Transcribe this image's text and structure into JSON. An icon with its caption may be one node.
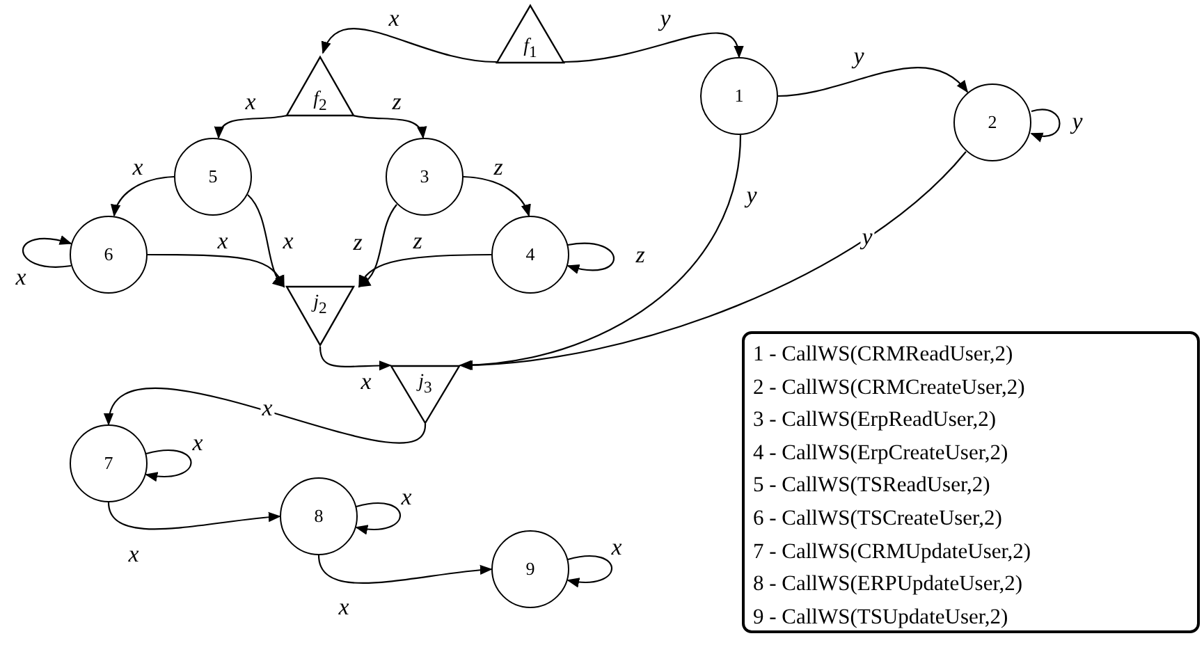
{
  "diagram": {
    "nodes": [
      {
        "text": [
          "*f*$_{1}$"
        ]
      },
      {
        "text": [
          "1"
        ]
      },
      {
        "text": [
          "2"
        ]
      },
      {
        "text": [
          "*f*$_{2}$"
        ]
      },
      {
        "text": [
          "5"
        ]
      },
      {
        "text": [
          "3"
        ]
      },
      {
        "text": [
          "6"
        ]
      },
      {
        "text": [
          "4"
        ]
      },
      {
        "text": [
          "*j*$_{2}$"
        ]
      },
      {
        "text": [
          "*j*$_{3}$"
        ]
      },
      {
        "text": [
          "7"
        ]
      },
      {
        "text": [
          "8"
        ]
      },
      {
        "text": [
          "9"
        ]
      },
      {
        "text": [
          "1 - CallWS(CRMReadUser,2)",
          "2 - CallWS(CRMCreateUser,2)",
          "3 - CallWS(ErpReadUser,2)",
          "4 - CallWS(ErpCreateUser,2)",
          "5 - CallWS(TSReadUser,2)",
          "6 - CallWS(TSCreateUser,2)",
          "7 - CallWS(CRMUpdateUser,2)",
          "8 - CallWS(ERPUpdateUser,2)",
          "9 - CallWS(TSUpdateUser,2)"
        ]
      }
    ],
    "edges": [
      {
        "from": 0,
        "to": 3,
        "arrow": "to",
        "label": "x"
      },
      {
        "from": 0,
        "to": 1,
        "arrow": "to",
        "label": "y"
      },
      {
        "from": 1,
        "to": 2,
        "arrow": "to",
        "label": "y"
      },
      {
        "from": 2,
        "to": 2,
        "arrow": "to",
        "label": "y"
      },
      {
        "from": 1,
        "to": 9,
        "arrow": "to",
        "label": "y"
      },
      {
        "from": 2,
        "to": 9,
        "arrow": "to",
        "label": "y"
      },
      {
        "from": 3,
        "to": 4,
        "arrow": "to",
        "label": "x"
      },
      {
        "from": 3,
        "to": 5,
        "arrow": "to",
        "label": "z"
      },
      {
        "from": 4,
        "to": 6,
        "arrow": "to",
        "label": "x"
      },
      {
        "from": 4,
        "to": 8,
        "arrow": "to",
        "label": "x"
      },
      {
        "from": 5,
        "to": 7,
        "arrow": "to",
        "label": "z"
      },
      {
        "from": 5,
        "to": 8,
        "arrow": "to",
        "label": "z"
      },
      {
        "from": 6,
        "to": 6,
        "arrow": "to",
        "label": "x"
      },
      {
        "from": 6,
        "to": 8,
        "arrow": "to",
        "label": "x"
      },
      {
        "from": 7,
        "to": 8,
        "arrow": "to",
        "label": "z"
      },
      {
        "from": 7,
        "to": 7,
        "arrow": "to",
        "label": "z"
      },
      {
        "from": 8,
        "to": 9,
        "arrow": "to",
        "label": "x"
      },
      {
        "from": 9,
        "to": 10,
        "arrow": "to",
        "label": "x"
      },
      {
        "from": 10,
        "to": 10,
        "arrow": "to",
        "label": "x"
      },
      {
        "from": 10,
        "to": 11,
        "arrow": "to",
        "label": "x"
      },
      {
        "from": 11,
        "to": 11,
        "arrow": "to",
        "label": "x"
      },
      {
        "from": 11,
        "to": 12,
        "arrow": "to",
        "label": "x"
      },
      {
        "from": 12,
        "to": 12,
        "arrow": "to",
        "label": "x"
      }
    ]
  }
}
